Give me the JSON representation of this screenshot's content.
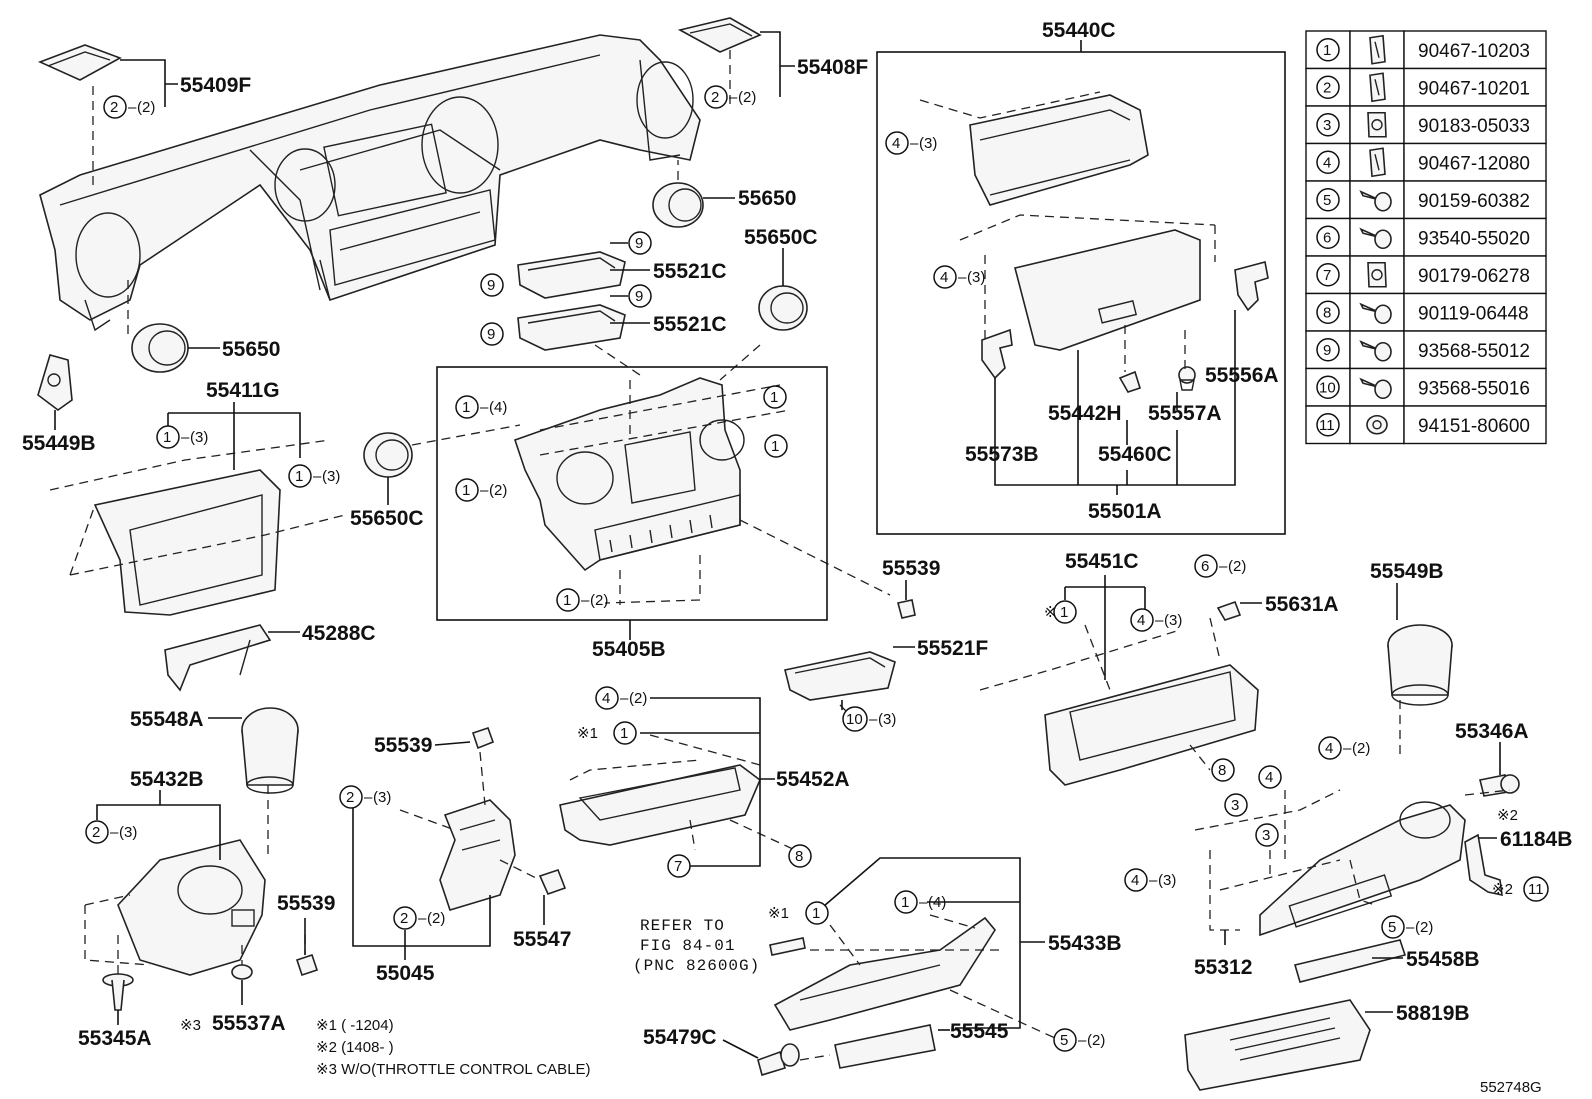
{
  "diagram_code": "552748G",
  "parts": {
    "p55409F": "55409F",
    "p55408F": "55408F",
    "p55440C": "55440C",
    "p55650a": "55650",
    "p55650b": "55650",
    "p55650C_a": "55650C",
    "p55650C_b": "55650C",
    "p55521C_a": "55521C",
    "p55521C_b": "55521C",
    "p55449B": "55449B",
    "p55411G": "55411G",
    "p45288C": "45288C",
    "p55405B": "55405B",
    "p55539_a": "55539",
    "p55539_b": "55539",
    "p55539_c": "55539",
    "p55521F": "55521F",
    "p55442H": "55442H",
    "p55557A": "55557A",
    "p55556A": "55556A",
    "p55573B": "55573B",
    "p55460C": "55460C",
    "p55501A": "55501A",
    "p55451C": "55451C",
    "p55631A": "55631A",
    "p55549B": "55549B",
    "p55548A": "55548A",
    "p55432B": "55432B",
    "p55452A": "55452A",
    "p55346A": "55346A",
    "p61184B": "61184B",
    "p55547": "55547",
    "p55045": "55045",
    "p55433B": "55433B",
    "p55312": "55312",
    "p55458B": "55458B",
    "p58819B": "58819B",
    "p55345A": "55345A",
    "p55537A": "55537A",
    "p55479C": "55479C",
    "p55545": "55545"
  },
  "callouts": {
    "qty2": "(2)",
    "qty3": "(3)",
    "qty4": "(4)",
    "n1": "1",
    "n2": "2",
    "n3": "3",
    "n4": "4",
    "n5": "5",
    "n6": "6",
    "n7": "7",
    "n8": "8",
    "n9": "9",
    "n10": "10",
    "n11": "11"
  },
  "marks": {
    "m1": "※1",
    "m2": "※2",
    "m3": "※3"
  },
  "refer": {
    "line1": "REFER TO",
    "line2": "FIG 84-01",
    "line3": "(PNC 82600G)"
  },
  "notes": {
    "n1": "※1 (      -1204)",
    "n2": "※2 (1408-      )",
    "n3": "※3 W/O(THROTTLE CONTROL CABLE)"
  },
  "fastener_table": [
    {
      "no": "1",
      "icon": "clip-icon",
      "part": "90467-10203"
    },
    {
      "no": "2",
      "icon": "clip-icon",
      "part": "90467-10201"
    },
    {
      "no": "3",
      "icon": "nut-clip-icon",
      "part": "90183-05033"
    },
    {
      "no": "4",
      "icon": "clip-icon",
      "part": "90467-12080"
    },
    {
      "no": "5",
      "icon": "screw-icon",
      "part": "90159-60382"
    },
    {
      "no": "6",
      "icon": "screw-icon",
      "part": "93540-55020"
    },
    {
      "no": "7",
      "icon": "nut-clip-icon",
      "part": "90179-06278"
    },
    {
      "no": "8",
      "icon": "screw-icon",
      "part": "90119-06448"
    },
    {
      "no": "9",
      "icon": "screw-icon",
      "part": "93568-55012"
    },
    {
      "no": "10",
      "icon": "screw-icon",
      "part": "93568-55016"
    },
    {
      "no": "11",
      "icon": "nut-icon",
      "part": "94151-80600"
    }
  ]
}
